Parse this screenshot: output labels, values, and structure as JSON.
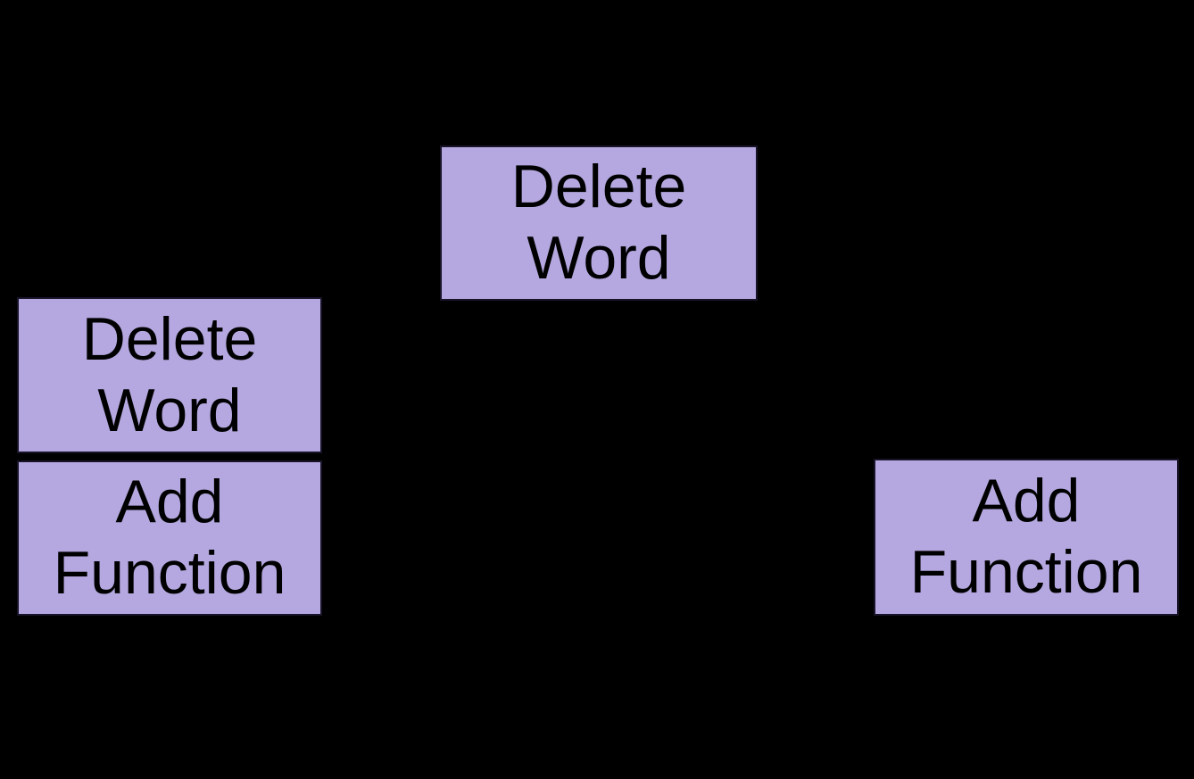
{
  "diagram": {
    "type": "node-diagram",
    "background_color": "#000000",
    "node_fill_color": "#b5a8e0",
    "node_text_color": "#000000",
    "divider_color": "#000000",
    "nodes": [
      {
        "id": "delete-word-top",
        "label": "Delete\nWord",
        "position": "top-center"
      },
      {
        "id": "delete-word-left",
        "label": "Delete\nWord",
        "position": "left-upper-compartment"
      },
      {
        "id": "add-function-left",
        "label": "Add\nFunction",
        "position": "left-lower-compartment"
      },
      {
        "id": "add-function-right",
        "label": "Add\nFunction",
        "position": "right"
      }
    ]
  }
}
